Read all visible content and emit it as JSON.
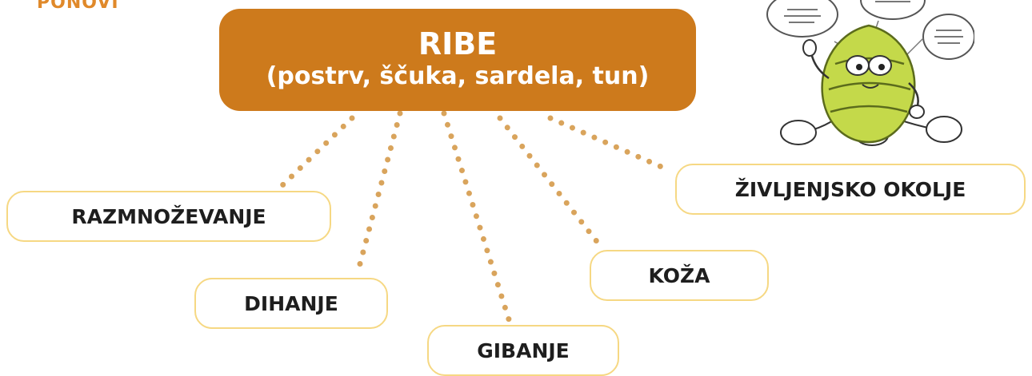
{
  "section_label": "PONOVI",
  "center": {
    "title": "RIBE",
    "subtitle": "(postrv, ščuka, sardela, tun)"
  },
  "nodes": {
    "reproduction": "RAZMNOŽEVANJE",
    "breathing": "DIHANJE",
    "movement": "GIBANJE",
    "skin": "KOŽA",
    "habitat": "ŽIVLJENJSKO OKOLJE"
  },
  "colors": {
    "center_fill": "#cd7a1c",
    "center_text": "#ffffff",
    "node_border": "#f6d883",
    "connector_dots": "#d9a45c",
    "section_label": "#e0892a",
    "mascot_body": "#c4d94a"
  },
  "icons": {
    "mascot": "hop-cone-character-icon",
    "speech_bubbles": "speech-bubble-icon"
  }
}
